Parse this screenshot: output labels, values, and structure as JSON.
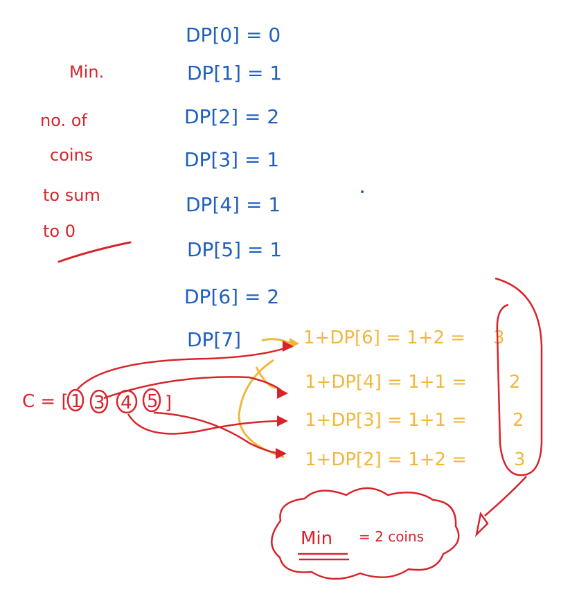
{
  "colors": {
    "blue": "#1f5fbf",
    "red": "#d8232a",
    "orange": "#f1b73b"
  },
  "left_note": {
    "lines": [
      "Min.",
      "no. of",
      "coins",
      "to sum",
      "to 0"
    ]
  },
  "dp_rows": [
    "DP[0] = 0",
    "DP[1] = 1",
    "DP[2] = 2",
    "DP[3] = 1",
    "DP[4] = 1",
    "DP[5] = 1",
    "DP[6] = 2",
    "DP[7]"
  ],
  "coins": {
    "prefix": "C = [",
    "values": [
      "1",
      "3",
      "4",
      "5"
    ],
    "suffix": "]"
  },
  "candidates": [
    {
      "expr": "1+DP[6] = 1+2 =",
      "result": "3"
    },
    {
      "expr": "1+DP[4] = 1+1 =",
      "result": "2"
    },
    {
      "expr": "1+DP[3] = 1+1 =",
      "result": "2"
    },
    {
      "expr": "1+DP[2] = 1+2 =",
      "result": "3"
    }
  ],
  "result_cloud": {
    "label": "Min",
    "text": "= 2 coins"
  }
}
